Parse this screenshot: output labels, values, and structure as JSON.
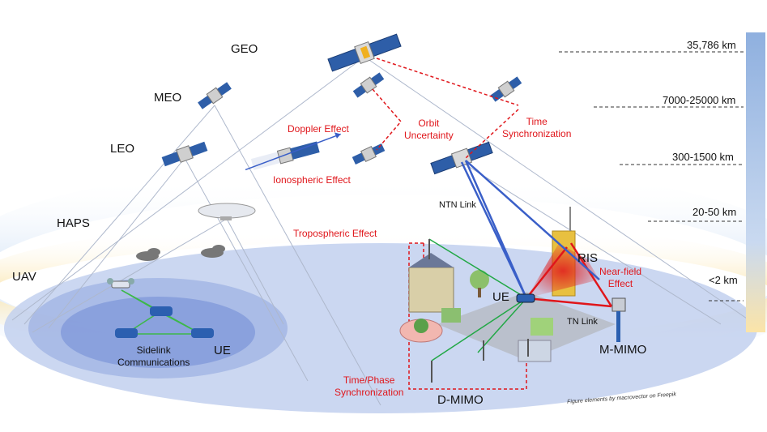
{
  "orbits": {
    "geo": "GEO",
    "meo": "MEO",
    "leo": "LEO",
    "haps": "HAPS",
    "uav": "UAV"
  },
  "altitudes": [
    "35,786 km",
    "7000-25000 km",
    "300-1500 km",
    "20-50 km",
    "<2 km"
  ],
  "effects": {
    "doppler": "Doppler Effect",
    "orbit_uncertainty_1": "Orbit",
    "orbit_uncertainty_2": "Uncertainty",
    "time_sync_1": "Time",
    "time_sync_2": "Synchronization",
    "ionospheric": "Ionospheric Effect",
    "tropospheric": "Tropospheric Effect",
    "near_field_1": "Near-field",
    "near_field_2": "Effect",
    "time_phase_1": "Time/Phase",
    "time_phase_2": "Synchronization"
  },
  "links": {
    "ntn": "NTN Link",
    "tn": "TN Link"
  },
  "nodes": {
    "ris": "RIS",
    "ue_left": "UE",
    "ue_right": "UE",
    "m_mimo": "M-MIMO",
    "d_mimo": "D-MIMO",
    "sidelink_1": "Sidelink",
    "sidelink_2": "Communications"
  },
  "credit": "Figure elements by macrovector on Freepik",
  "colors": {
    "effect_red": "#e0161b",
    "ntn_blue": "#3a5fc8",
    "green_link": "#22a846",
    "ground_blue": "#b9c9ec",
    "band_blue": "#d8e6f8",
    "band_yellow": "#fbe9b8"
  }
}
